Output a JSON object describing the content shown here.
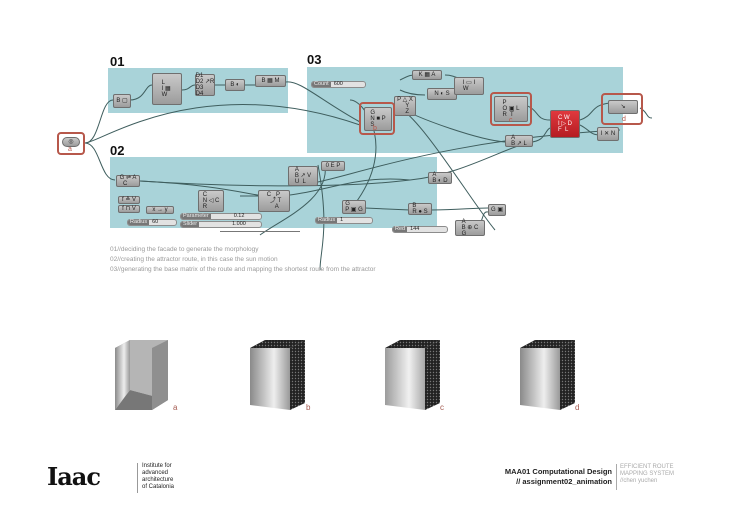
{
  "sections": {
    "s01": "01",
    "s02": "02",
    "s03": "03"
  },
  "input_label": "a",
  "highlights": {
    "b": "b",
    "c": "c",
    "d": "d"
  },
  "sliders": {
    "count": {
      "label": "Count",
      "value": "600"
    },
    "radius1": {
      "label": "Radius",
      "value": "60"
    },
    "parameter": {
      "label": "Parameter",
      "value": "0.12"
    },
    "slider": {
      "label": "Slider",
      "value": "1.000"
    },
    "radius2": {
      "label": "Radius",
      "value": "1"
    },
    "red": {
      "label": "Red",
      "value": "144"
    }
  },
  "nodes": [
    "B ▢",
    "L\nI ▦ \nW",
    "D1\nD2 ↗R\nD3\nD4",
    "B ◐",
    "B ▦ M",
    "G ⇌ A\n  C",
    "f ≙ V",
    "f ⊓ V",
    "x → y",
    "C\nN ◁ C\nR",
    "C   P\n  ⤴ T\n     A",
    "A\nB ↗ V\nU  L",
    "0 E P",
    "G\nP ▣ G",
    "B\nR ● S",
    "A\nB ◐ D",
    "A\nB ⊕ C\nG",
    "G ▣",
    "G\nN ■ P\nS",
    "P △ X\n     Y\n     Z",
    "K ▦ A",
    "N ◐ S",
    "I ▭ I\nW",
    "P\nO ▣ L\nR  T",
    "C W\nI ▷ D\nF  L",
    "A\nB ↗ L",
    "I ✕ N",
    "↘"
  ],
  "notes": [
    "01//deciding the facade to generate the morphology",
    "02//creating the attractor route, in this case the sun motion",
    "03//generating the base matrix of the route and mapping the shortest route from the attractor"
  ],
  "renders": [
    "a",
    "b",
    "c",
    "d"
  ],
  "logo": {
    "mark": "Iaac",
    "text": [
      "Institute for",
      "advanced",
      "architecture",
      "of Catalonia"
    ]
  },
  "footer": {
    "course": "MAA01 Computational Design",
    "assignment": "// assignment02_animation",
    "project": [
      "EFFICIENT ROUTE",
      "MAPPING SYSTEM",
      "//chen yuchen"
    ]
  },
  "colors": {
    "panel": "#a9d3d9",
    "highlight": "#b7584b",
    "red_node": "#d4282e"
  }
}
